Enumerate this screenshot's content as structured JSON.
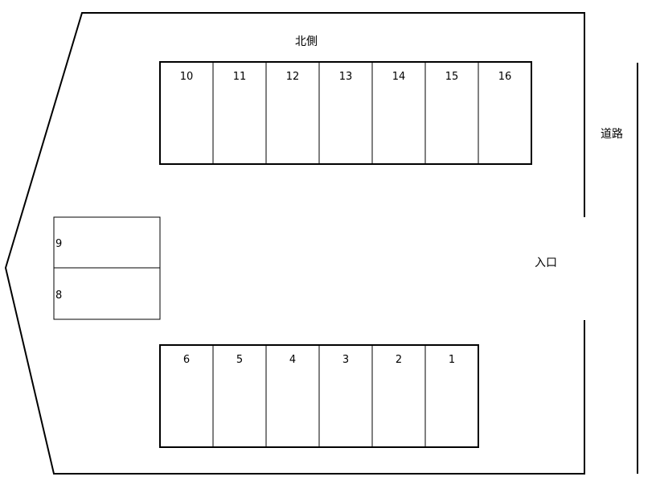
{
  "labels": {
    "north_side": "北側",
    "road": "道路",
    "entrance": "入口"
  },
  "spaces": {
    "top_row": [
      "10",
      "11",
      "12",
      "13",
      "14",
      "15",
      "16"
    ],
    "left_column": [
      "9",
      "8"
    ],
    "bottom_row": [
      "6",
      "5",
      "4",
      "3",
      "2",
      "1"
    ]
  }
}
